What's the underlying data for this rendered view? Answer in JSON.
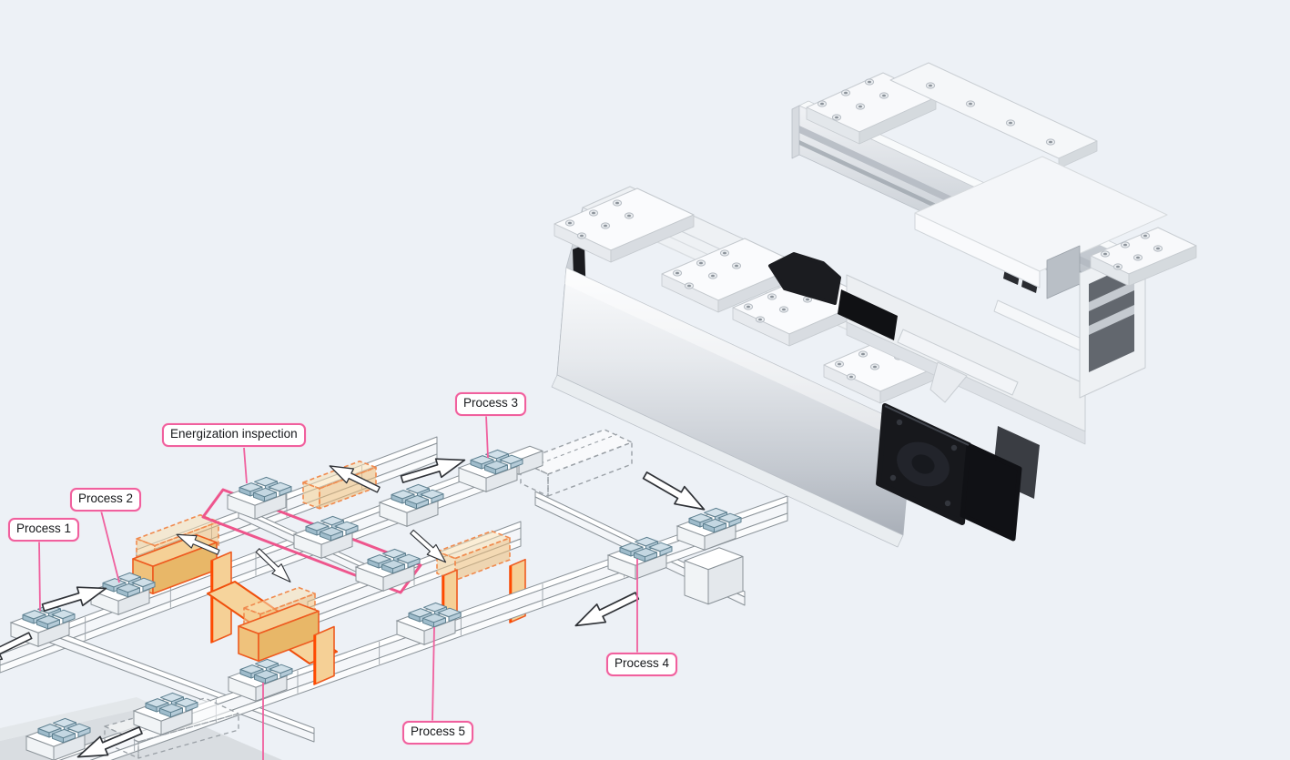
{
  "diagram": {
    "labels": {
      "process_1": "Process 1",
      "process_2": "Process 2",
      "process_3": "Process 3",
      "process_4": "Process 4",
      "process_5": "Process 5",
      "energization_inspection": "Energization inspection"
    },
    "icons": {
      "flow_arrow": "flow-direction-arrow",
      "pallet": "workpiece-pallet",
      "shuttle": "cross-transfer-shuttle-highlight",
      "inspection_zone": "energization-inspection-zone-outline",
      "optional_module": "dashed-optional-module"
    },
    "colors": {
      "background": "#edf1f6",
      "label_border_pink": "#f0609e",
      "inspection_zone_pink": "#ee4d87",
      "shuttle_orange_stroke": "#ee5a1f",
      "shuttle_orange_fill": "#f5d096",
      "pallet_blue": "#bdd2de",
      "line_gray": "#8a9298",
      "floor_gray": "#d9dde1"
    }
  },
  "machine": {
    "colors": {
      "body_white": "#f4f6f9",
      "extrusion_gray": "#b9bfc6",
      "motor_black": "#17181c"
    }
  }
}
